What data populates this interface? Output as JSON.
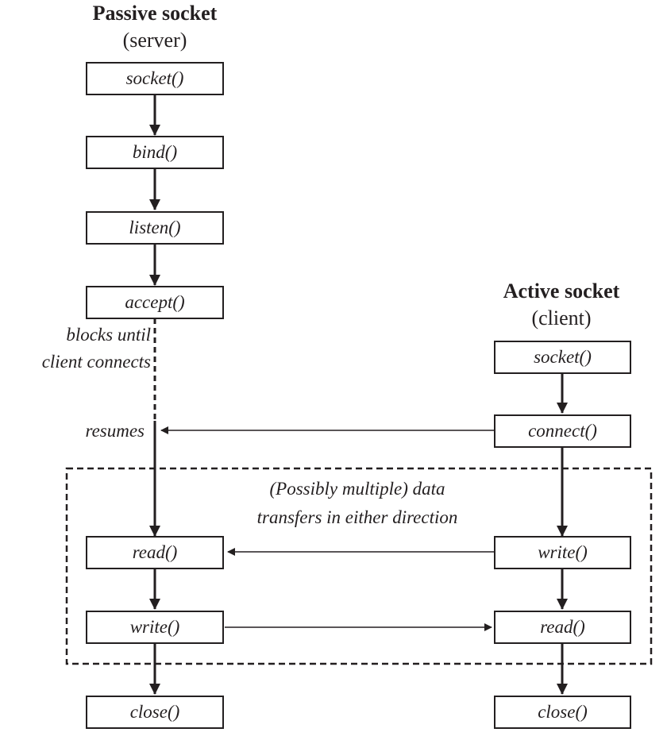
{
  "server": {
    "title": "Passive socket",
    "subtitle": "(server)",
    "calls": {
      "socket": "socket()",
      "bind": "bind()",
      "listen": "listen()",
      "accept": "accept()",
      "read": "read()",
      "write": "write()",
      "close": "close()"
    }
  },
  "client": {
    "title": "Active socket",
    "subtitle": "(client)",
    "calls": {
      "socket": "socket()",
      "connect": "connect()",
      "write": "write()",
      "read": "read()",
      "close": "close()"
    }
  },
  "notes": {
    "blocks_line1": "blocks until",
    "blocks_line2": "client connects",
    "resumes": "resumes",
    "region_line1": "(Possibly multiple) data",
    "region_line2": "transfers in either direction"
  }
}
